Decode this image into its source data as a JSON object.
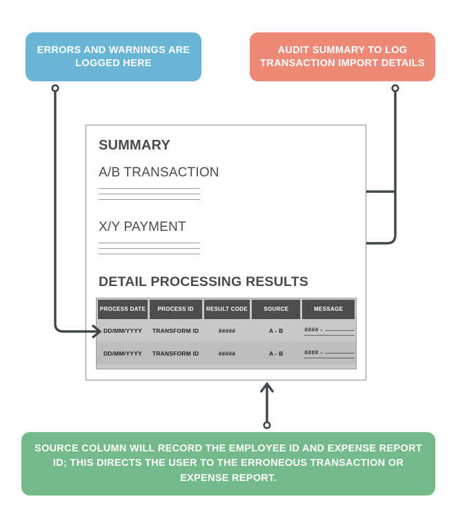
{
  "callouts": {
    "errors": {
      "text": "ERRORS AND WARNINGS ARE LOGGED HERE",
      "color": "#68b5d6"
    },
    "audit": {
      "text": "AUDIT SUMMARY TO LOG TRANSACTION IMPORT DETAILS",
      "color": "#ed8a77"
    },
    "source": {
      "text": "SOURCE COLUMN WILL RECORD THE EMPLOYEE ID AND EXPENSE REPORT ID; THIS DIRECTS THE USER TO THE ERRONEOUS TRANSACTION OR EXPENSE REPORT.",
      "color": "#73b98a"
    }
  },
  "document": {
    "summary_heading": "SUMMARY",
    "sections": [
      {
        "label": "A/B  TRANSACTION"
      },
      {
        "label": "X/Y PAYMENT"
      }
    ],
    "detail_heading": "DETAIL PROCESSING RESULTS",
    "table": {
      "columns": [
        "PROCESS DATE",
        "PROCESS ID",
        "RESULT CODE",
        "SOURCE",
        "MESSAGE"
      ],
      "rows": [
        {
          "process_date": "DD/MM/YYYY",
          "process_id": "TRANSFORM ID",
          "result_code": "#####",
          "source": "A - B",
          "message_code": "#### -"
        },
        {
          "process_date": "DD/MM/YYYY",
          "process_id": "TRANSFORM ID",
          "result_code": "#####",
          "source": "A - B",
          "message_code": "#### -"
        }
      ]
    }
  },
  "connector_color": "#3f4649"
}
